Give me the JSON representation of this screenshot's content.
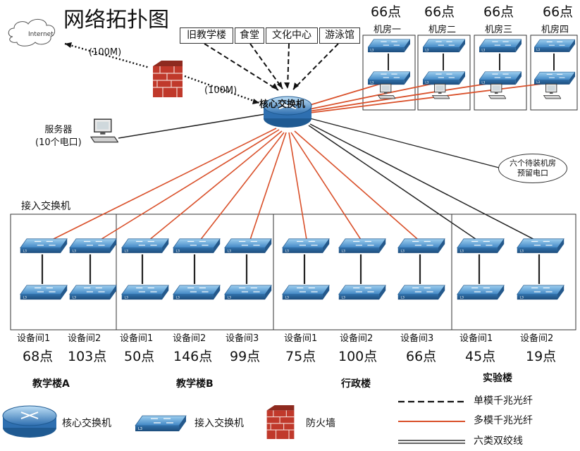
{
  "title": "网络拓扑图",
  "buildings": [
    "旧教学楼",
    "食堂",
    "文化中心",
    "游泳馆"
  ],
  "internet_label": "Internet",
  "bandwidth_labels": [
    "(100M)",
    "(100M)"
  ],
  "core_switch_label": "核心交换机",
  "server_label": [
    "服务器",
    "(10个电口)"
  ],
  "machine_rooms": [
    {
      "count": "66点",
      "name": "机房一"
    },
    {
      "count": "66点",
      "name": "机房二"
    },
    {
      "count": "66点",
      "name": "机房三"
    },
    {
      "count": "66点",
      "name": "机房四"
    }
  ],
  "reserve_note": [
    "六个待装机房",
    "预留电口"
  ],
  "access_switch_title": "接入交换机",
  "device_rooms": [
    {
      "name": "设备间1",
      "count": "68点"
    },
    {
      "name": "设备间2",
      "count": "103点"
    },
    {
      "name": "设备间1",
      "count": "50点"
    },
    {
      "name": "设备间2",
      "count": "146点"
    },
    {
      "name": "设备间3",
      "count": "99点"
    },
    {
      "name": "设备间1",
      "count": "75点"
    },
    {
      "name": "设备间2",
      "count": "100点"
    },
    {
      "name": "设备间3",
      "count": "66点"
    },
    {
      "name": "设备间1",
      "count": "45点"
    },
    {
      "name": "设备间2",
      "count": "19点"
    }
  ],
  "groups": [
    "教学楼A",
    "教学楼B",
    "行政楼",
    "实验楼"
  ],
  "legend": {
    "core_switch": "核心交换机",
    "access_switch": "接入交换机",
    "firewall": "防火墙",
    "single_mode": "单模千兆光纤",
    "multi_mode": "多模千兆光纤",
    "cat6": "六类双绞线"
  },
  "colors": {
    "multi_mode_fiber": "#d9502a",
    "twisted_pair": "#333333",
    "single_mode_fiber": "#111111",
    "switch": "#4a90c8",
    "firewall": "#c0392b"
  }
}
